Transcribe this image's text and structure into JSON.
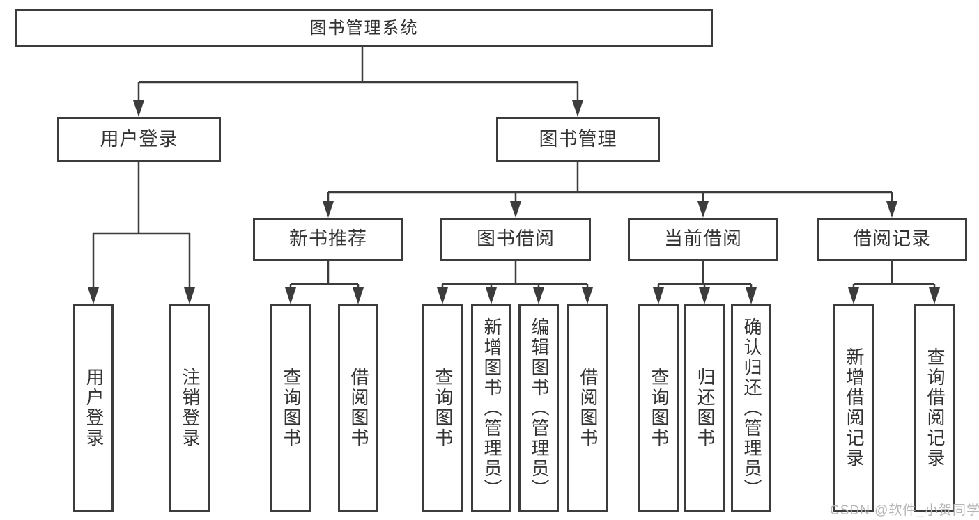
{
  "diagram": {
    "type": "tree",
    "root": {
      "label": "图书管理系统",
      "children": [
        {
          "label": "用户登录",
          "children": [
            {
              "label": "用户登录"
            },
            {
              "label": "注销登录"
            }
          ]
        },
        {
          "label": "图书管理",
          "children": [
            {
              "label": "新书推荐",
              "children": [
                {
                  "label": "查询图书"
                },
                {
                  "label": "借阅图书"
                }
              ]
            },
            {
              "label": "图书借阅",
              "children": [
                {
                  "label": "查询图书"
                },
                {
                  "label": "新增图书（管理员）"
                },
                {
                  "label": "编辑图书（管理员）"
                },
                {
                  "label": "借阅图书"
                }
              ]
            },
            {
              "label": "当前借阅",
              "children": [
                {
                  "label": "查询图书"
                },
                {
                  "label": "归还图书"
                },
                {
                  "label": "确认归还（管理员）"
                }
              ]
            },
            {
              "label": "借阅记录",
              "children": [
                {
                  "label": "新增借阅记录"
                },
                {
                  "label": "查询借阅记录"
                }
              ]
            }
          ]
        }
      ]
    }
  },
  "watermark": {
    "text": "CSDN @软件_小贺同学"
  },
  "colors": {
    "line": "#3c3c3c",
    "text": "#333333",
    "background": "#ffffff",
    "watermark": "#b5b5b5"
  }
}
